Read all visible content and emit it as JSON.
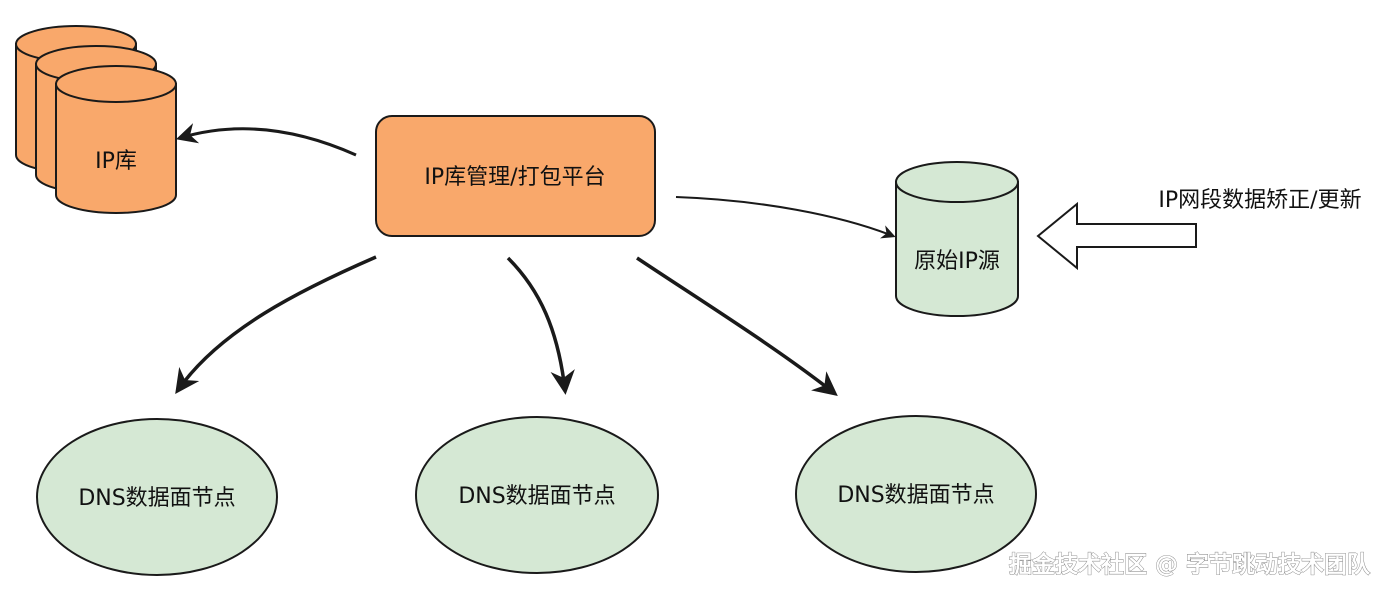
{
  "nodes": {
    "ip_lib": {
      "label": "IP库"
    },
    "platform": {
      "label": "IP库管理/打包平台"
    },
    "raw_source": {
      "label": "原始IP源"
    },
    "update_note": {
      "label": "IP网段数据矫正/更新"
    },
    "dns_nodes": [
      {
        "label": "DNS数据面节点"
      },
      {
        "label": "DNS数据面节点"
      },
      {
        "label": "DNS数据面节点"
      }
    ]
  },
  "watermark": "掘金技术社区 @ 字节跳动技术团队",
  "colors": {
    "orange_fill": "#f9a86b",
    "green_fill": "#d5e8d4",
    "stroke": "#1a1a1a"
  }
}
